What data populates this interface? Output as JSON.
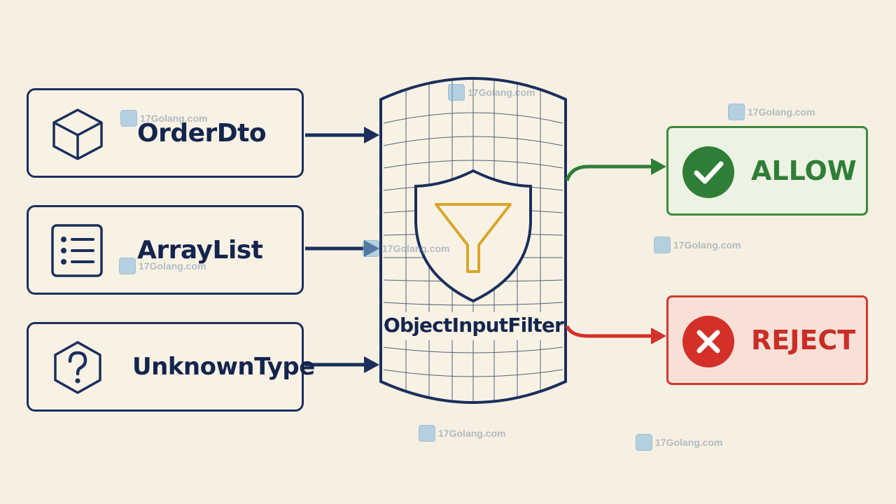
{
  "inputs": [
    {
      "label": "OrderDto",
      "icon": "cube-icon"
    },
    {
      "label": "ArrayList",
      "icon": "list-icon"
    },
    {
      "label": "UnknownType",
      "icon": "question-hexagon-icon"
    }
  ],
  "filter": {
    "label": "ObjectInputFilter",
    "icon": "shield-funnel-icon"
  },
  "outputs": {
    "allow": {
      "label": "ALLOW",
      "icon": "checkmark-icon",
      "color": "#2f7e37"
    },
    "reject": {
      "label": "REJECT",
      "icon": "x-mark-icon",
      "color": "#d3302a"
    }
  },
  "colors": {
    "navy": "#1a2f5c",
    "funnel": "#d9a52b",
    "background": "#f6f0e2"
  },
  "watermark": "17Golang.com"
}
